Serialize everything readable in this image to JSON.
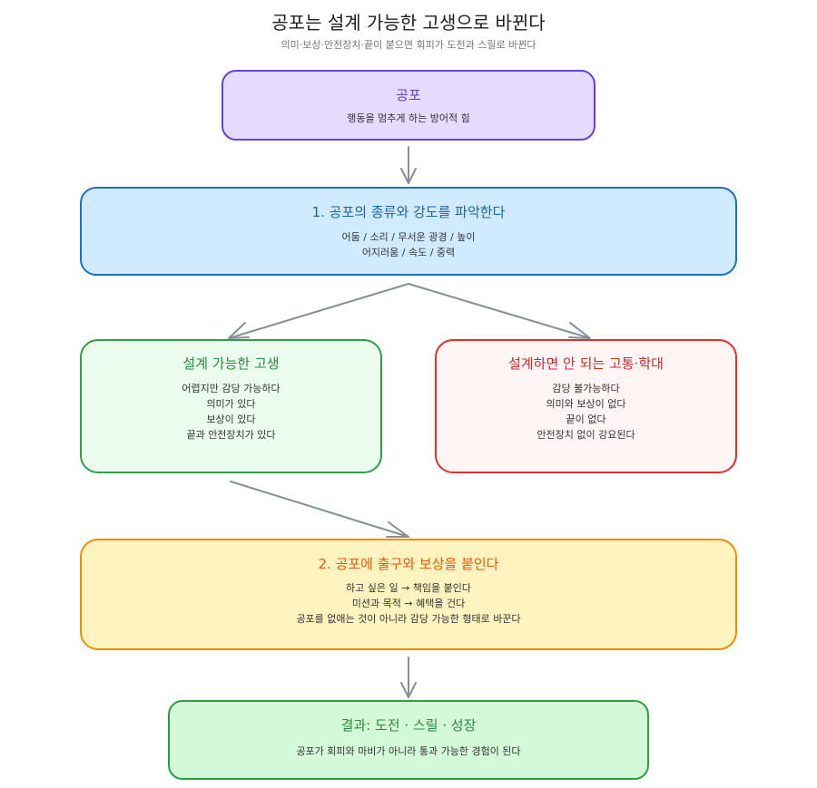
{
  "title": "공포는 설계 가능한 고생으로 바뀐다",
  "subtitle": "의미·보상·안전장치·끝이 붙으면 회피가 도전과 스릴로 바뀐다",
  "nodes": {
    "fear": {
      "title": "공포",
      "lines": [
        "행동을 멈추게 하는 방어적 힘"
      ]
    },
    "step1": {
      "title": "1. 공포의 종류와 강도를 파악한다",
      "lines": [
        "어둠 / 소리 / 무서운 광경 / 높이",
        "어지러움 / 속도 / 중력"
      ]
    },
    "design": {
      "title": "설계 가능한 고생",
      "lines": [
        "어렵지만 감당 가능하다",
        "의미가 있다",
        "보상이 있다",
        "끝과 안전장치가 있다"
      ]
    },
    "abuse": {
      "title": "설계하면 안 되는 고통·학대",
      "lines": [
        "감당 불가능하다",
        "의미와 보상이 없다",
        "끝이 없다",
        "안전장치 없이 강요된다"
      ]
    },
    "step2": {
      "title": "2. 공포에 출구와 보상을 붙인다",
      "lines": [
        "하고 싶은 일 → 책임을 붙인다",
        "미션과 목적 → 혜택을 건다",
        "공포를 없애는 것이 아니라 감당 가능한 형태로 바꾼다"
      ]
    },
    "result": {
      "title": "결과: 도전 · 스릴 · 성장",
      "lines": [
        "공포가 회피와 마비가 아니라 통과 가능한 경험이 된다"
      ]
    }
  },
  "colors": {
    "arrow": "#868e96"
  }
}
